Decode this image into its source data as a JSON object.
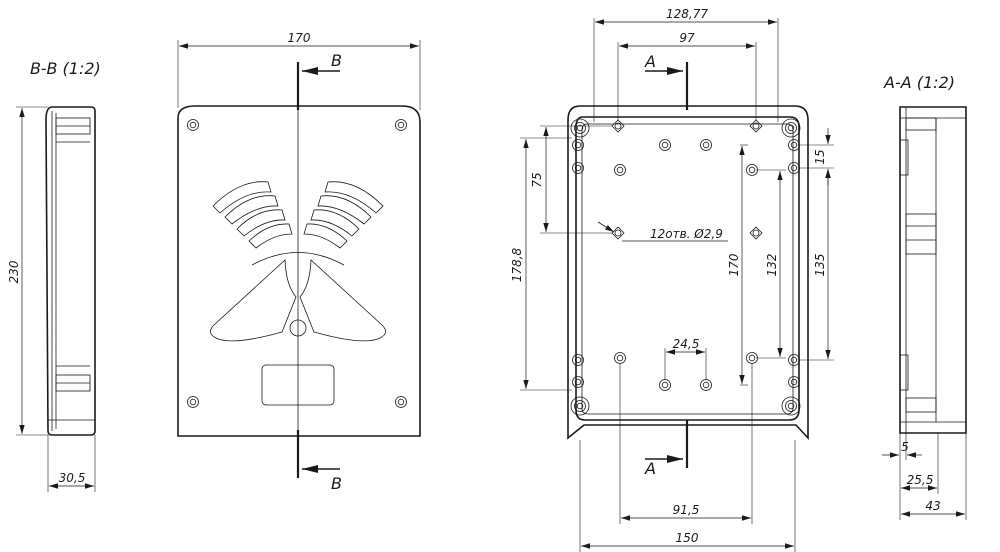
{
  "views": {
    "section_bb": {
      "title": "B-B (1:2)"
    },
    "front": {
      "section_letter_top": "B",
      "section_letter_bottom": "B"
    },
    "rear": {
      "section_letter_top": "A",
      "section_letter_bottom": "A"
    },
    "section_aa": {
      "title": "A-A (1:2)"
    }
  },
  "dimensions": {
    "bb_height": "230",
    "bb_depth": "30,5",
    "front_width": "170",
    "rear_outer_holes": "128,77",
    "rear_inner_holes": "97",
    "rear_left_75": "75",
    "rear_left_178": "178,8",
    "hole_callout": "12отв. Ø2,9",
    "rear_170": "170",
    "rear_132": "132",
    "rear_135": "135",
    "rear_15": "15",
    "rear_24_5": "24,5",
    "rear_91_5": "91,5",
    "rear_150": "150",
    "aa_5": "5",
    "aa_25_5": "25,5",
    "aa_43": "43"
  }
}
